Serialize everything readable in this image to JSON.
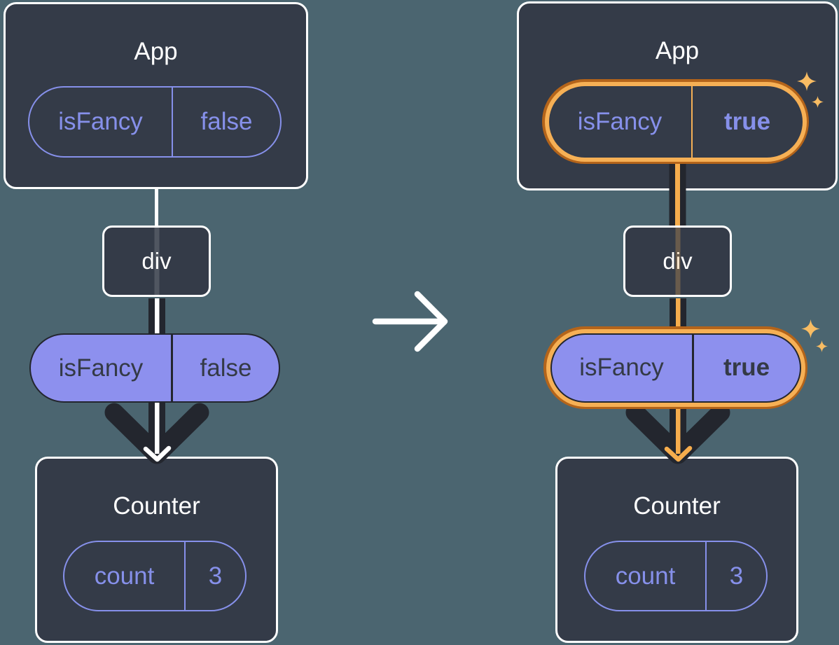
{
  "colors": {
    "background": "#4b6570",
    "card": "#343b48",
    "card_border": "#ffffff",
    "purple": "#8690ea",
    "purple_fill": "#8d90ee",
    "dark_line": "#23262e",
    "dark_text": "#343a46",
    "orange_outer": "#b4641a",
    "orange_inner": "#f6b055",
    "orange_line": "#f6ad4d",
    "sparkle": "#f8bc63",
    "white_line": "#ffffff"
  },
  "icons": {
    "transition": "right-arrow-icon",
    "tree_flow": "down-arrow-icon",
    "highlight": "sparkles-icon"
  },
  "before": {
    "app": {
      "title": "App",
      "prop_name": "isFancy",
      "prop_value": "false"
    },
    "div_node": {
      "label": "div"
    },
    "passed_prop": {
      "name": "isFancy",
      "value": "false"
    },
    "counter": {
      "title": "Counter",
      "state_name": "count",
      "state_value": "3"
    }
  },
  "after": {
    "app": {
      "title": "App",
      "prop_name": "isFancy",
      "prop_value": "true"
    },
    "div_node": {
      "label": "div"
    },
    "passed_prop": {
      "name": "isFancy",
      "value": "true"
    },
    "counter": {
      "title": "Counter",
      "state_name": "count",
      "state_value": "3"
    }
  }
}
